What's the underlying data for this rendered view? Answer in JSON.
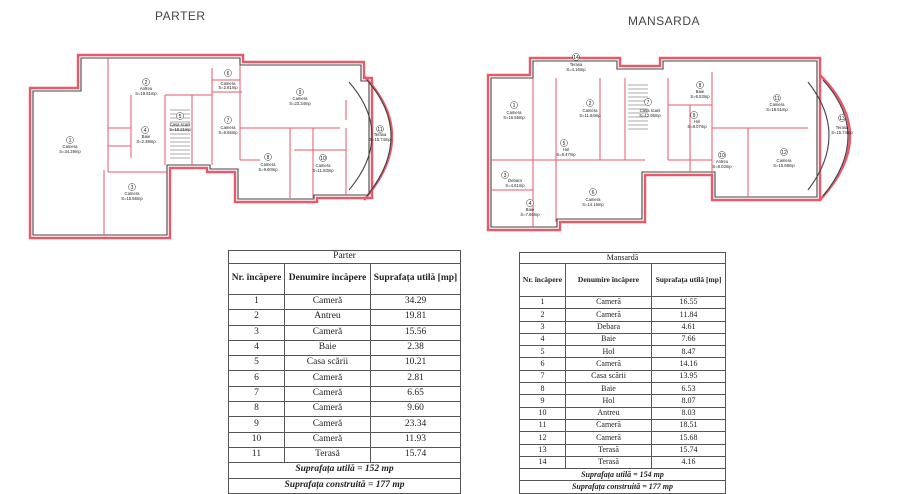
{
  "headings": {
    "parter": "PARTER",
    "mansarda": "MANSARDA"
  },
  "plan_labels": {
    "parter": [
      {
        "num": "1",
        "name": "Camera",
        "area": "S=34.29mp"
      },
      {
        "num": "2",
        "name": "Antreu",
        "area": "S=19.81mp"
      },
      {
        "num": "3",
        "name": "Camera",
        "area": "S=15.56mp"
      },
      {
        "num": "4",
        "name": "Baie",
        "area": "S=2.38mp"
      },
      {
        "num": "5",
        "name": "Casa scarii",
        "area": "S=10.21mp"
      },
      {
        "num": "6",
        "name": "Camera",
        "area": "S=2.81mp"
      },
      {
        "num": "7",
        "name": "Camera",
        "area": "S=6.65mp"
      },
      {
        "num": "8",
        "name": "Camera",
        "area": "S=9.60mp"
      },
      {
        "num": "9",
        "name": "Camera",
        "area": "S=23.34mp"
      },
      {
        "num": "10",
        "name": "Camera",
        "area": "S=11.93mp"
      },
      {
        "num": "11",
        "name": "Terasa",
        "area": "S=15.74mp"
      }
    ],
    "mansarda": [
      {
        "num": "1",
        "name": "Camera",
        "area": "S=16.55mp"
      },
      {
        "num": "2",
        "name": "Camera",
        "area": "S=11.84mp"
      },
      {
        "num": "3",
        "name": "Debara",
        "area": "S=4.61mp"
      },
      {
        "num": "4",
        "name": "Baie",
        "area": "S=7.66mp"
      },
      {
        "num": "5",
        "name": "Hol",
        "area": "S=8.47mp"
      },
      {
        "num": "6",
        "name": "Camera",
        "area": "S=14.16mp"
      },
      {
        "num": "7",
        "name": "Casa scarii",
        "area": "S=13.95mp"
      },
      {
        "num": "8",
        "name": "Baie",
        "area": "S=6.53mp"
      },
      {
        "num": "9",
        "name": "Hol",
        "area": "S=8.07mp"
      },
      {
        "num": "10",
        "name": "Antreu",
        "area": "S=8.03mp"
      },
      {
        "num": "11",
        "name": "Camera",
        "area": "S=18.51mp"
      },
      {
        "num": "12",
        "name": "Camera",
        "area": "S=15.68mp"
      },
      {
        "num": "13",
        "name": "Terasa",
        "area": "S=15.74mp"
      },
      {
        "num": "14",
        "name": "Terasa",
        "area": "S=4.16mp"
      }
    ]
  },
  "tables": {
    "parter": {
      "caption": "Parter",
      "headers": [
        "Nr. încăpere",
        "Denumire încăpere",
        "Suprafața utilă [mp]"
      ],
      "rows": [
        [
          "1",
          "Cameră",
          "34.29"
        ],
        [
          "2",
          "Antreu",
          "19.81"
        ],
        [
          "3",
          "Cameră",
          "15.56"
        ],
        [
          "4",
          "Baie",
          "2.38"
        ],
        [
          "5",
          "Casa scării",
          "10.21"
        ],
        [
          "6",
          "Cameră",
          "2.81"
        ],
        [
          "7",
          "Cameră",
          "6.65"
        ],
        [
          "8",
          "Cameră",
          "9.60"
        ],
        [
          "9",
          "Cameră",
          "23.34"
        ],
        [
          "10",
          "Cameră",
          "11.93"
        ],
        [
          "11",
          "Terasă",
          "15.74"
        ]
      ],
      "total_util": "Suprafața utilă = 152 mp",
      "total_construita": "Suprafața construită = 177 mp"
    },
    "mansarda": {
      "caption": "Mansardă",
      "headers": [
        "Nr. încăpere",
        "Denumire încăpere",
        "Suprafața utilă [mp]"
      ],
      "rows": [
        [
          "1",
          "Cameră",
          "16.55"
        ],
        [
          "2",
          "Cameră",
          "11.84"
        ],
        [
          "3",
          "Debara",
          "4.61"
        ],
        [
          "4",
          "Baie",
          "7.66"
        ],
        [
          "5",
          "Hol",
          "8.47"
        ],
        [
          "6",
          "Cameră",
          "14.16"
        ],
        [
          "7",
          "Casa scării",
          "13.95"
        ],
        [
          "8",
          "Baie",
          "6.53"
        ],
        [
          "9",
          "Hol",
          "8.07"
        ],
        [
          "10",
          "Antreu",
          "8.03"
        ],
        [
          "11",
          "Cameră",
          "18.51"
        ],
        [
          "12",
          "Cameră",
          "15.68"
        ],
        [
          "13",
          "Terasă",
          "15.74"
        ],
        [
          "14",
          "Terasă",
          "4.16"
        ]
      ],
      "total_util": "Suprafața utilă = 154 mp",
      "total_construita": "Suprafața construită = 177 mp"
    }
  }
}
